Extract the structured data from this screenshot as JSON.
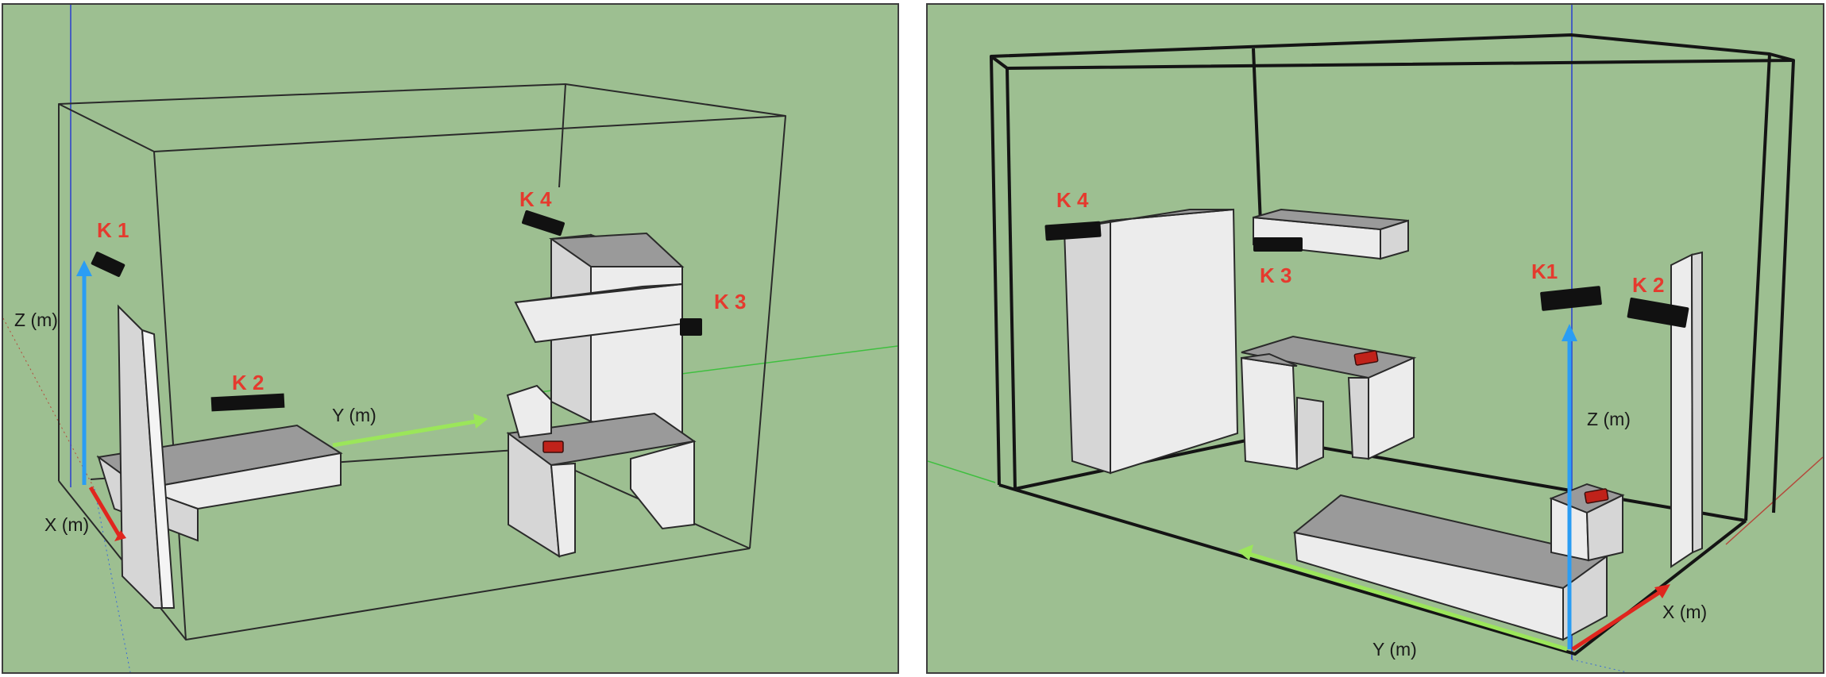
{
  "colors": {
    "background": "#9dbf91",
    "room_frame": "#141414",
    "x_axis": "#e0261e",
    "y_axis": "#9be65a",
    "z_axis": "#2a9df4",
    "camera_label": "#e53a2e",
    "furniture_light": "#ececec",
    "furniture_mid": "#d6d6d6",
    "furniture_top": "#9a9a9a",
    "camera_body": "#111111",
    "red_object": "#c0221a"
  },
  "left_view": {
    "cameras": [
      "K 1",
      "K 2",
      "K 3",
      "K 4"
    ],
    "axes": {
      "x": "X (m)",
      "y": "Y (m)",
      "z": "Z (m)"
    }
  },
  "right_view": {
    "cameras": [
      "K1",
      "K 2",
      "K 3",
      "K 4"
    ],
    "axes": {
      "x": "X (m)",
      "y": "Y (m)",
      "z": "Z (m)"
    }
  }
}
